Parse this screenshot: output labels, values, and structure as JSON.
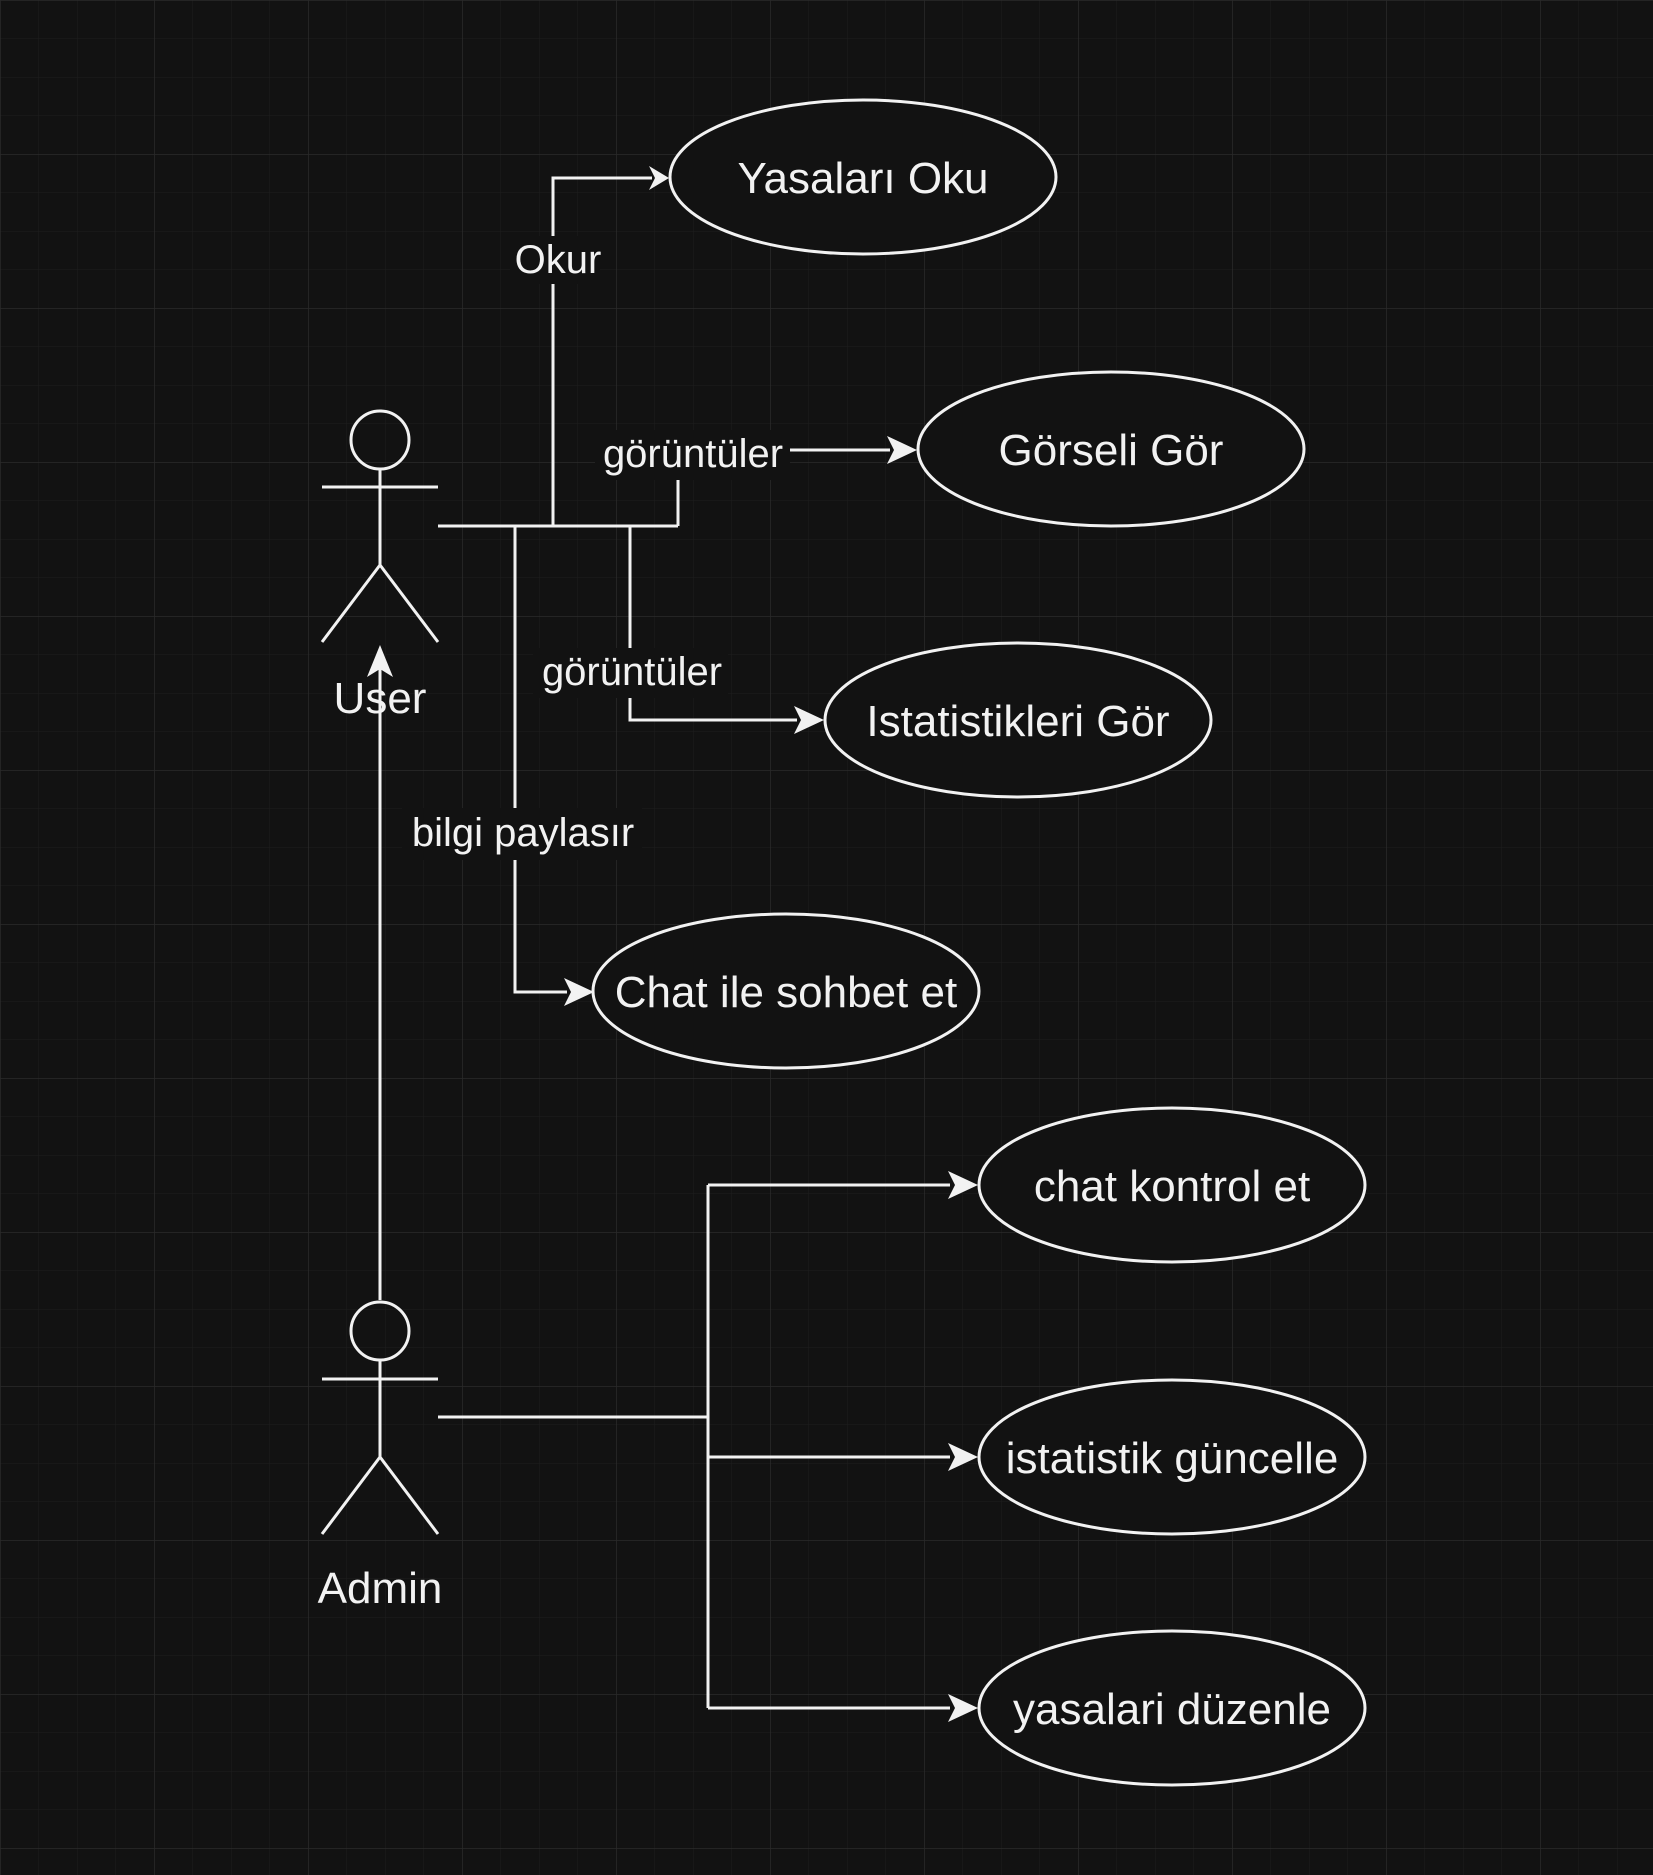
{
  "actors": {
    "user": "User",
    "admin": "Admin"
  },
  "use_cases": {
    "read_laws": "Yasaları Oku",
    "see_image": "Görseli Gör",
    "see_statistics": "Istatistikleri Gör",
    "chat": "Chat ile sohbet et",
    "control_chat": "chat kontrol et",
    "update_statistics": "istatistik güncelle",
    "edit_laws": "yasalari düzenle"
  },
  "edge_labels": {
    "reads": "Okur",
    "views_image": "görüntüler",
    "views_statistics": "görüntüler",
    "shares_info": "bilgi paylasır"
  },
  "colors": {
    "background": "#121212",
    "grid": "#2a2a2a",
    "stroke": "#f2f2f2"
  }
}
